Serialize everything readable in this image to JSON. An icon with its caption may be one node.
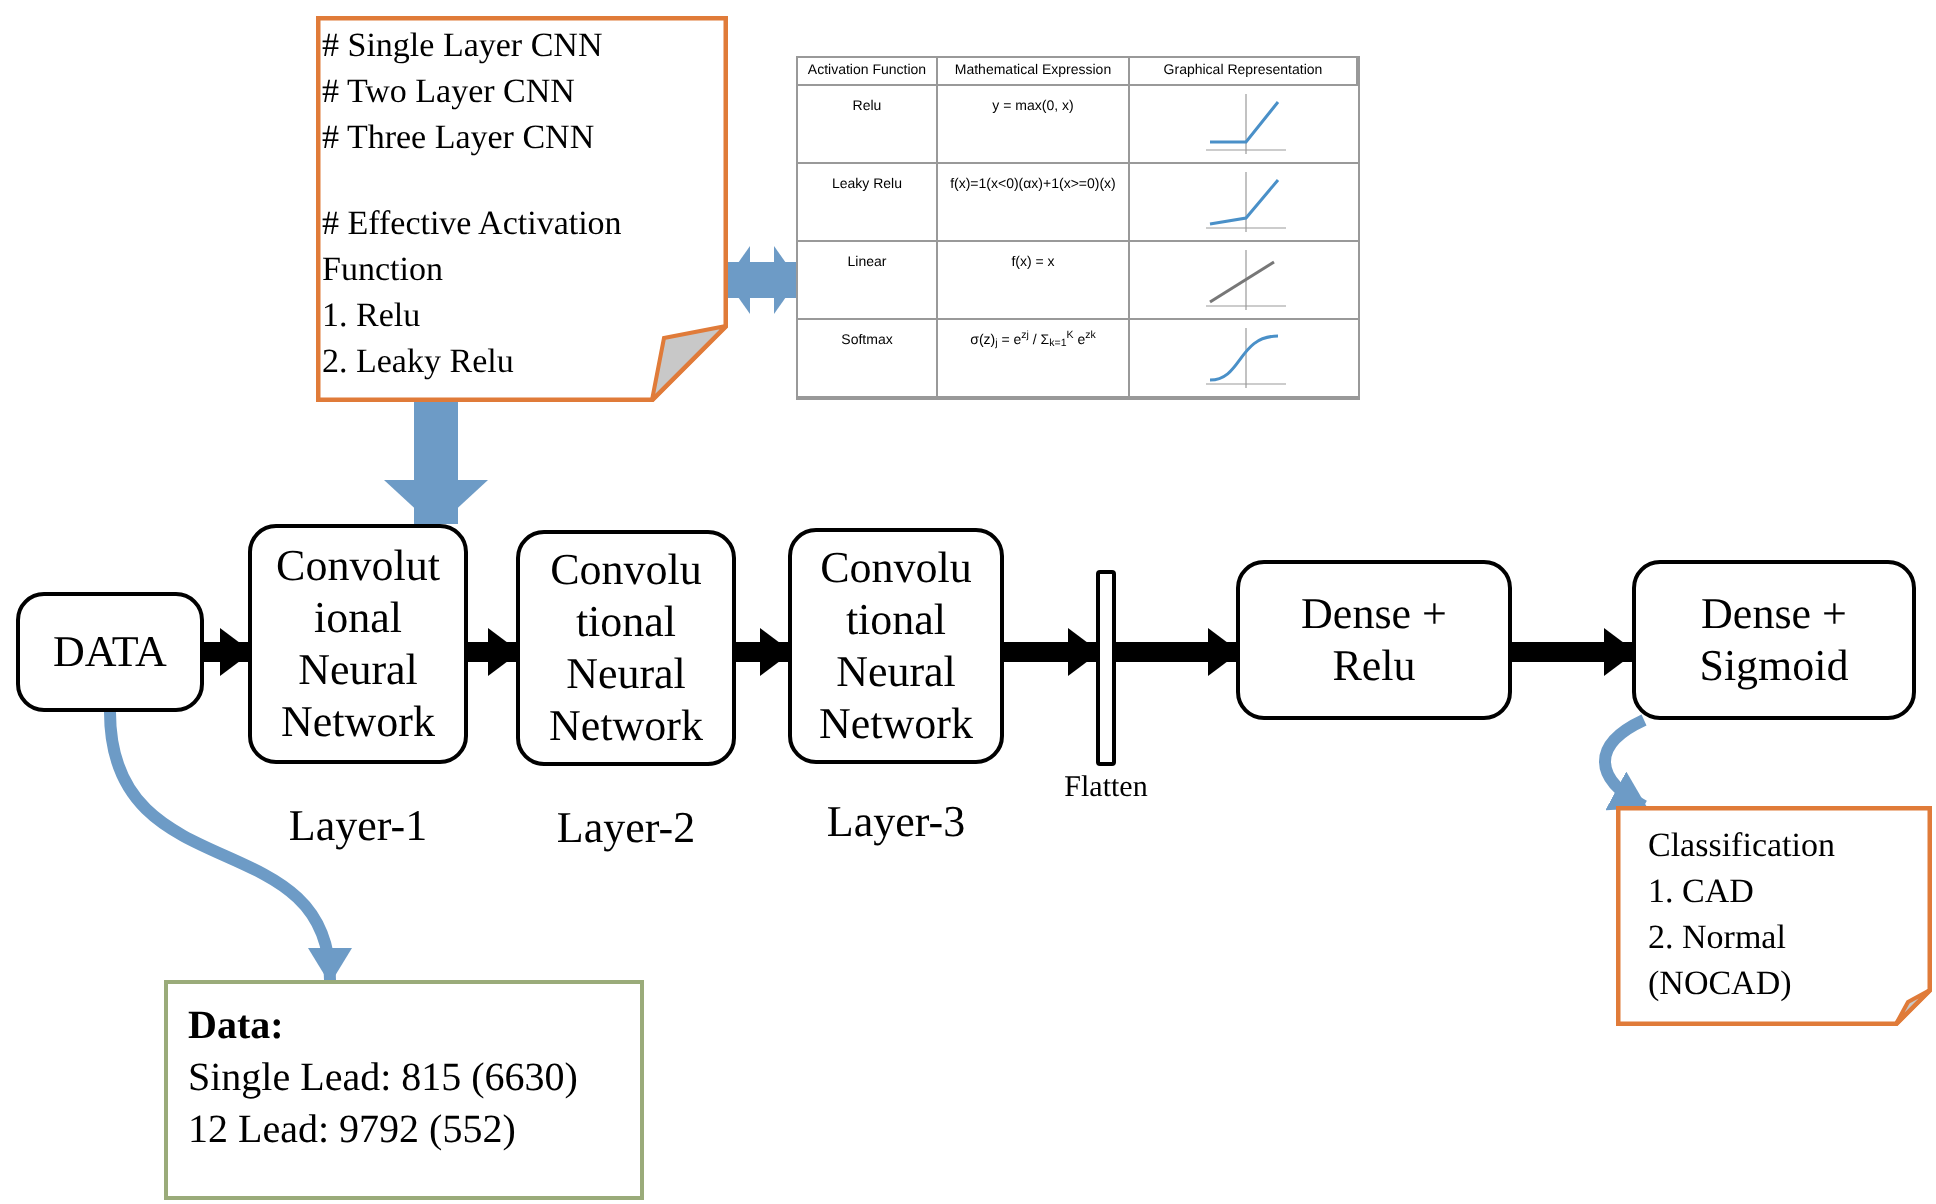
{
  "diagram": {
    "nodes": [
      {
        "text": [
          "# Single Layer CNN",
          "# Two Layer CNN",
          "# Three Layer CNN",
          "# Effective Activation Function",
          "1. Relu",
          "2. Leaky Relu"
        ]
      },
      {
        "text": [
          "Activation Function",
          "Mathematical Expression",
          "Graphical Representation",
          "Relu",
          "y = max(0, x)",
          "Leaky Relu",
          "f(x)=1(x<0)(αx)+1(x>=0)(x)",
          "Linear",
          "f(x) = x",
          "Softmax",
          "σ(z)$_{j}$ = e$^{zj}$ / Σ$_{k=1}$$^{K}$ e$^{zk}$"
        ]
      },
      {
        "text": [
          "DATA"
        ]
      },
      {
        "text": [
          "Convolut ional Neural Network"
        ],
        "beside": [
          "Layer-1"
        ]
      },
      {
        "text": [
          "Convolu tional Neural Network"
        ],
        "beside": [
          "Layer-2"
        ]
      },
      {
        "text": [
          "Convolu tional Neural Network"
        ],
        "beside": [
          "Layer-3"
        ]
      },
      {
        "text": [],
        "shape": "bar",
        "beside": [
          "Flatten"
        ]
      },
      {
        "text": [
          "Dense + Relu"
        ]
      },
      {
        "text": [
          "Dense + Sigmoid"
        ]
      },
      {
        "text": [
          "Classification",
          "1. CAD",
          "2. Normal (NOCAD)"
        ]
      },
      {
        "text": [
          "Data:",
          "Single Lead: 815 (6630)",
          "12 Lead: 9792 (552)"
        ]
      }
    ],
    "edges": [
      {
        "from": 0,
        "to": 1,
        "arrow": "both",
        "style": "thick",
        "color": "#6d9bc6"
      },
      {
        "from": 0,
        "to": 3,
        "arrow": "to",
        "style": "thick",
        "color": "#6d9bc6"
      },
      {
        "from": 2,
        "to": 3,
        "arrow": "to"
      },
      {
        "from": 3,
        "to": 4,
        "arrow": "to"
      },
      {
        "from": 4,
        "to": 5,
        "arrow": "to"
      },
      {
        "from": 5,
        "to": 6,
        "arrow": "to"
      },
      {
        "from": 6,
        "to": 7,
        "arrow": "to"
      },
      {
        "from": 7,
        "to": 8,
        "arrow": "to"
      },
      {
        "from": 2,
        "to": 10,
        "arrow": "to",
        "color": "#6d9bc6"
      },
      {
        "from": 8,
        "to": 9,
        "arrow": "to",
        "color": "#6d9bc6"
      }
    ]
  }
}
